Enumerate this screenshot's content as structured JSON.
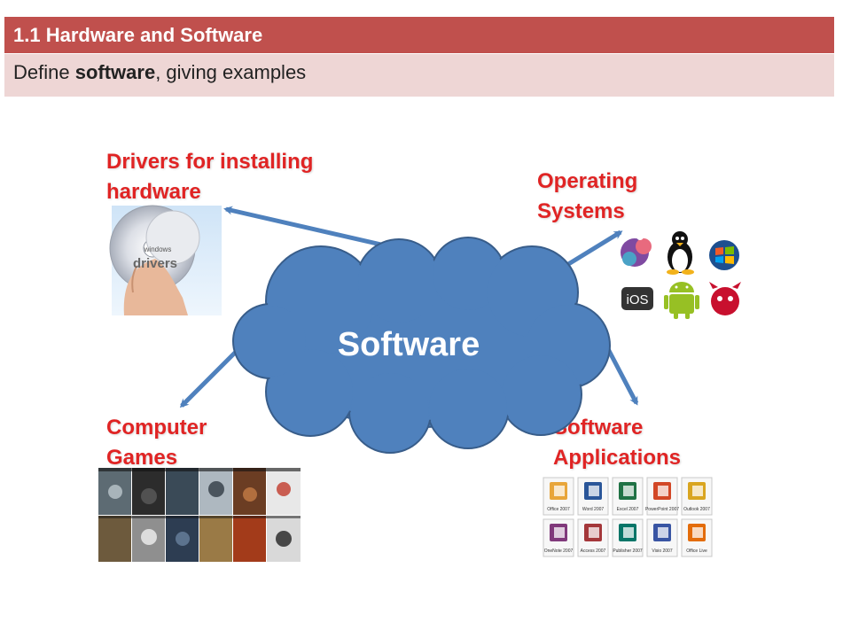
{
  "header": {
    "title": "1.1 Hardware and Software",
    "subtitle_prefix": "Define ",
    "subtitle_bold": "software",
    "subtitle_suffix": ", giving examples"
  },
  "center": {
    "label": "Software",
    "fill": "#4f81bd",
    "stroke": "#385d8a"
  },
  "branches": {
    "drivers": {
      "line1": "Drivers for installing",
      "line2": "hardware",
      "disc_text1": "windows",
      "disc_text2": "drivers"
    },
    "os": {
      "line1": "Operating",
      "line2": "Systems",
      "ios_text": "iOS"
    },
    "games": {
      "line1": "Computer",
      "line2": "Games"
    },
    "apps": {
      "line1": "Software",
      "line2": "Applications",
      "tiles": [
        "Office 2007",
        "Word 2007",
        "Excel 2007",
        "PowerPoint 2007",
        "Outlook 2007",
        "OneNote 2007",
        "Access 2007",
        "Publisher 2007",
        "Visio 2007",
        "Office Live"
      ]
    }
  },
  "colors": {
    "label": "#e02424",
    "arrow": "#4f81bd",
    "header": "#c0504d",
    "subheader": "#eed6d5"
  }
}
